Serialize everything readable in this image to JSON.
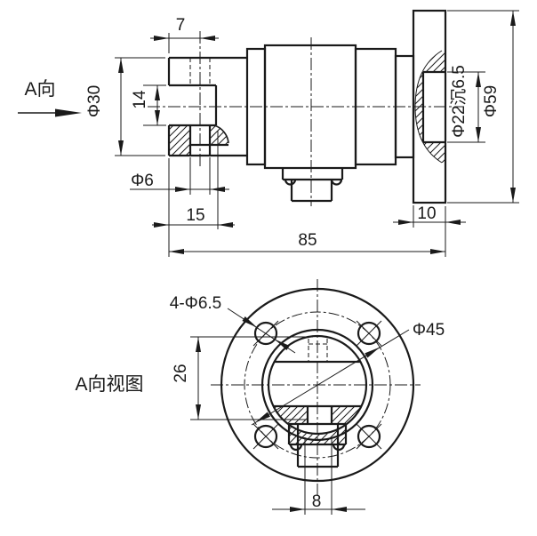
{
  "side_view": {
    "view_arrow_label": "A向",
    "dim_top_width": "7",
    "dim_shaft_diameter": "Φ30",
    "dim_slot_height": "14",
    "dim_hole_diameter": "Φ6",
    "dim_slot_depth": "15",
    "dim_total_length": "85",
    "dim_flange_thickness": "10",
    "dim_counterbore": "Φ22沉6.5",
    "dim_flange_diameter": "Φ59"
  },
  "bottom_view": {
    "view_label": "A向视图",
    "dim_bolt_holes": "4-Φ6.5",
    "dim_bolt_circle_diameter": "Φ45",
    "dim_flat_height": "26",
    "dim_slot_width": "8"
  },
  "colors": {
    "line": "#1a1a1a",
    "background": "#ffffff"
  }
}
